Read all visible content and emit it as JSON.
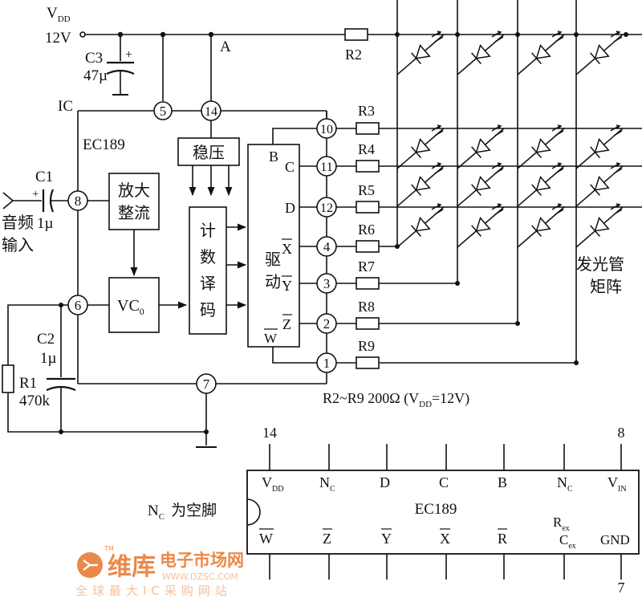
{
  "supply": {
    "vdd_main": "V",
    "vdd_sub": "DD",
    "voltage": "12V",
    "node_a": "A"
  },
  "capacitors": {
    "c3_name": "C3",
    "c3_value": "47µ",
    "c3_plus": "+",
    "c1_name": "C1",
    "c1_value": "1µ",
    "c1_plus": "+",
    "c2_name": "C2",
    "c2_value": "1µ"
  },
  "ic": {
    "ic_label": "IC",
    "ic_model": "EC189"
  },
  "resistors": {
    "r1_name": "R1",
    "r1_value": "470k",
    "series": [
      "R2",
      "R3",
      "R4",
      "R5",
      "R6",
      "R7",
      "R8",
      "R9"
    ],
    "note_part1": "R2~R9  200Ω (V",
    "note_sub": "DD",
    "note_part2": "=12V)"
  },
  "blocks": {
    "regulator": "稳压",
    "amp_line1": "放大",
    "amp_line2": "整流",
    "vco_main": "VC",
    "vco_sub": "0",
    "counter": [
      "计",
      "数",
      "译",
      "码"
    ],
    "driver": [
      "驱",
      "动"
    ]
  },
  "driver_outputs": [
    "B",
    "C",
    "D",
    "X",
    "Y",
    "Z",
    "W"
  ],
  "pins": {
    "top": [
      "5",
      "14"
    ],
    "left": [
      "8",
      "6"
    ],
    "bottom": "7",
    "outputs": [
      "10",
      "11",
      "12",
      "4",
      "3",
      "2",
      "1"
    ]
  },
  "labels": {
    "audio_line1": "音频",
    "audio_line2": "输入",
    "matrix_line1": "发光管",
    "matrix_line2": "矩阵"
  },
  "pinout": {
    "top_pin_first": "14",
    "top_pin_last": "8",
    "bottom_pin_last": "7",
    "chip_name": "EC189",
    "nc_note_main": "N",
    "nc_note_sub": "C",
    "nc_note_text": "为空脚",
    "top_row": [
      {
        "main": "V",
        "sub": "DD"
      },
      {
        "main": "N",
        "sub": "C"
      },
      {
        "main": "D",
        "sub": ""
      },
      {
        "main": "C",
        "sub": ""
      },
      {
        "main": "B",
        "sub": ""
      },
      {
        "main": "N",
        "sub": "C"
      },
      {
        "main": "V",
        "sub": "IN"
      }
    ],
    "bottom_row": [
      "W",
      "Z",
      "Y",
      "X",
      "R"
    ],
    "rex_main": "R",
    "rex_sub": "ex",
    "cex_main": "C",
    "cex_sub": "ex",
    "gnd": "GND"
  },
  "watermark": {
    "brand": "维库",
    "line1": "电子市场网",
    "url": "WWW.DZSC.COM",
    "line2": "全球最大IC采购网站",
    "tm": "TM"
  },
  "colors": {
    "ink": "#111111",
    "watermark": "#e8742a",
    "watermark_light": "#f3b48a"
  },
  "matrix": {
    "columns": 4,
    "rows": 4
  }
}
